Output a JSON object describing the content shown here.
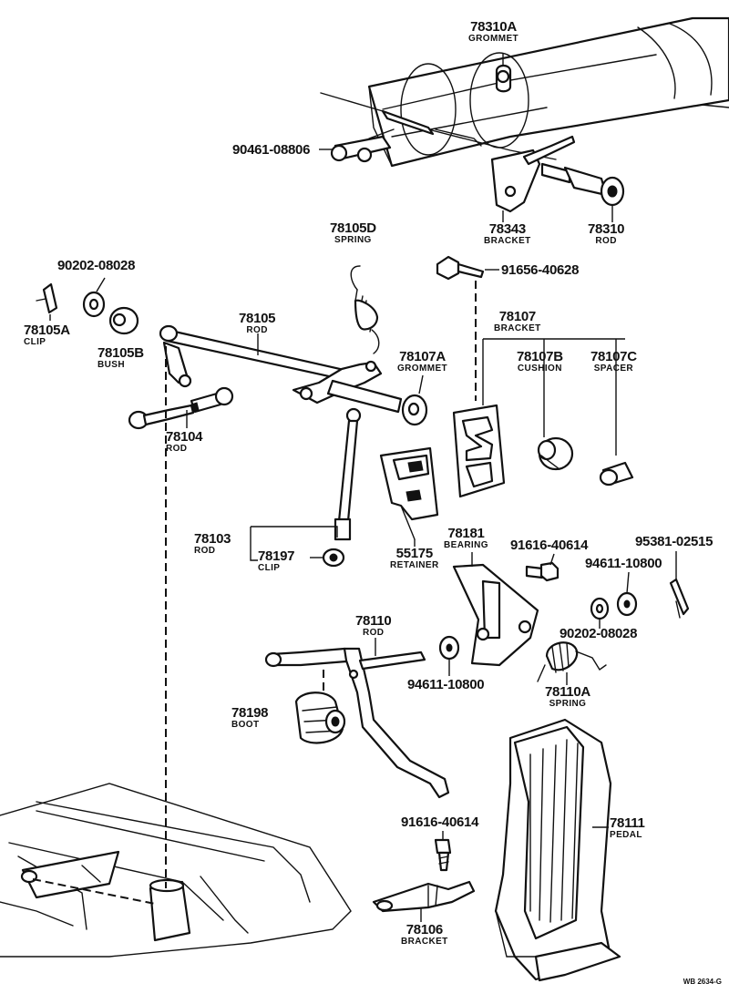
{
  "parts": [
    {
      "id": "p78310A",
      "number": "78310A",
      "name": "GROMMET"
    },
    {
      "id": "p90461",
      "number": "90461-08806",
      "name": ""
    },
    {
      "id": "p78343",
      "number": "78343",
      "name": "BRACKET"
    },
    {
      "id": "p78310",
      "number": "78310",
      "name": "ROD"
    },
    {
      "id": "p78105D",
      "number": "78105D",
      "name": "SPRING"
    },
    {
      "id": "p91656",
      "number": "91656-40628",
      "name": ""
    },
    {
      "id": "p90202a",
      "number": "90202-08028",
      "name": ""
    },
    {
      "id": "p78105A",
      "number": "78105A",
      "name": "CLIP"
    },
    {
      "id": "p78105B",
      "number": "78105B",
      "name": "BUSH"
    },
    {
      "id": "p78105",
      "number": "78105",
      "name": "ROD"
    },
    {
      "id": "p78107",
      "number": "78107",
      "name": "BRACKET"
    },
    {
      "id": "p78107A",
      "number": "78107A",
      "name": "GROMMET"
    },
    {
      "id": "p78107B",
      "number": "78107B",
      "name": "CUSHION"
    },
    {
      "id": "p78107C",
      "number": "78107C",
      "name": "SPACER"
    },
    {
      "id": "p78104",
      "number": "78104",
      "name": "ROD"
    },
    {
      "id": "p78103",
      "number": "78103",
      "name": "ROD"
    },
    {
      "id": "p78197",
      "number": "78197",
      "name": "CLIP"
    },
    {
      "id": "p55175",
      "number": "55175",
      "name": "RETAINER"
    },
    {
      "id": "p78181",
      "number": "78181",
      "name": "BEARING"
    },
    {
      "id": "p91616a",
      "number": "91616-40614",
      "name": ""
    },
    {
      "id": "p95381",
      "number": "95381-02515",
      "name": ""
    },
    {
      "id": "p94611a",
      "number": "94611-10800",
      "name": ""
    },
    {
      "id": "p90202b",
      "number": "90202-08028",
      "name": ""
    },
    {
      "id": "p78110",
      "number": "78110",
      "name": "ROD"
    },
    {
      "id": "p94611b",
      "number": "94611-10800",
      "name": ""
    },
    {
      "id": "p78110A",
      "number": "78110A",
      "name": "SPRING"
    },
    {
      "id": "p78198",
      "number": "78198",
      "name": "BOOT"
    },
    {
      "id": "p78111",
      "number": "78111",
      "name": "PEDAL"
    },
    {
      "id": "p91616b",
      "number": "91616-40614",
      "name": ""
    },
    {
      "id": "p78106",
      "number": "78106",
      "name": "BRACKET"
    }
  ],
  "footer": {
    "code": "WB 2634-G"
  }
}
